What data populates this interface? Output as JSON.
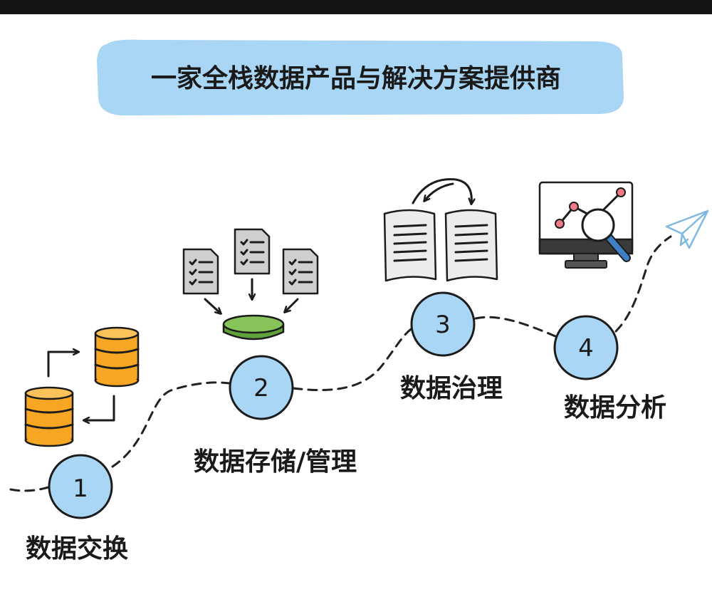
{
  "title": "一家全栈数据产品与解决方案提供商",
  "steps": [
    {
      "number": "1",
      "label": "数据交换"
    },
    {
      "number": "2",
      "label": "数据存储/管理"
    },
    {
      "number": "3",
      "label": "数据治理"
    },
    {
      "number": "4",
      "label": "数据分析"
    }
  ],
  "colors": {
    "banner": "#a9d6f5",
    "circle_fill": "#a9d6f5",
    "database_orange": "#f6a623",
    "disk_green": "#86c45a",
    "doc_gray": "#cfcfcf",
    "plane_blue": "#7fb8e0",
    "chart_pink": "#f07a86",
    "monitor_dark": "#3a3a3a"
  },
  "icons": [
    "database-icon",
    "document-icon",
    "open-book-icon",
    "monitor-chart-icon",
    "magnifier-icon",
    "paper-plane-icon"
  ]
}
